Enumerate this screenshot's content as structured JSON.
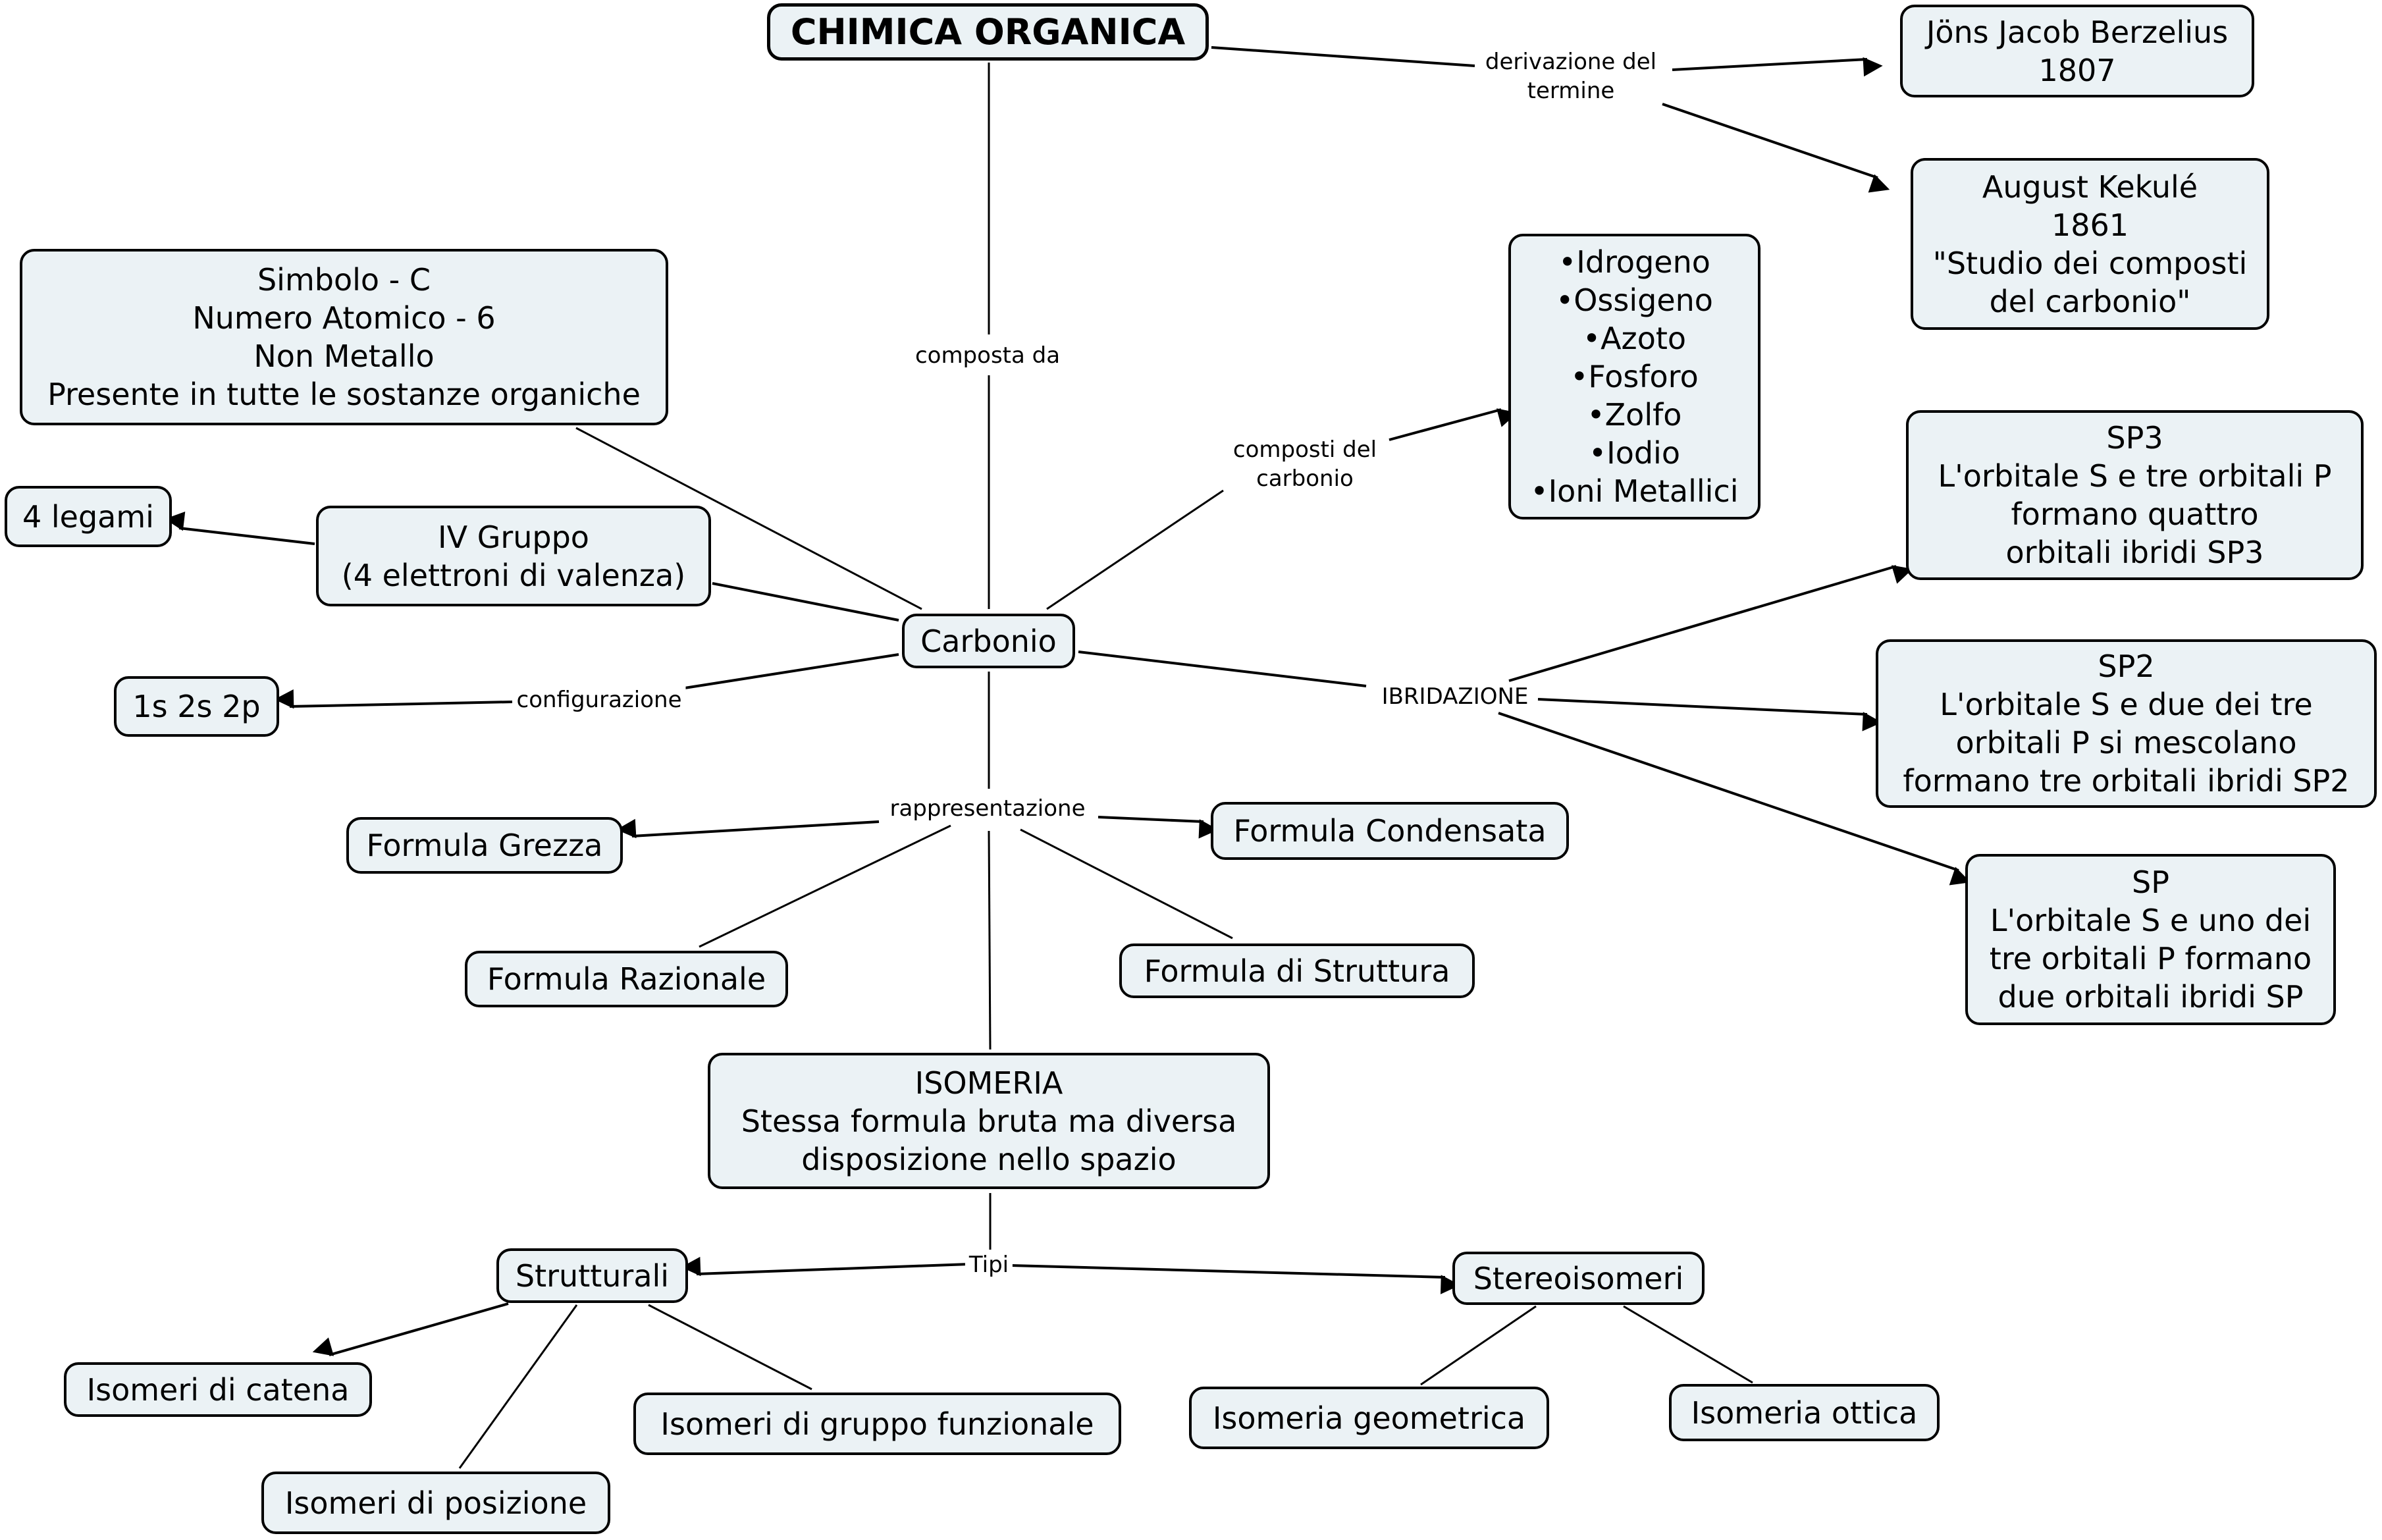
{
  "title": "CHIMICA ORGANICA",
  "nodes": {
    "root": {
      "lines": [
        "CHIMICA ORGANICA"
      ]
    },
    "berzelius": {
      "lines": [
        "Jöns Jacob Berzelius",
        "1807"
      ]
    },
    "kekule": {
      "lines": [
        "August Kekulé",
        "1861",
        "\"Studio dei composti",
        "del carbonio\""
      ]
    },
    "simbolo": {
      "lines": [
        "Simbolo - C",
        "Numero Atomico - 6",
        "Non Metallo",
        "Presente in tutte le sostanze organiche"
      ]
    },
    "elementi": {
      "lines": [
        "•Idrogeno",
        "•Ossigeno",
        "•Azoto",
        "•Fosforo",
        "•Zolfo",
        "•Iodio",
        "•Ioni Metallici"
      ]
    },
    "legami": {
      "lines": [
        "4 legami"
      ]
    },
    "gruppo": {
      "lines": [
        "IV Gruppo",
        "(4 elettroni di valenza)"
      ]
    },
    "carbonio": {
      "lines": [
        "Carbonio"
      ]
    },
    "sp3": {
      "lines": [
        "SP3",
        "L'orbitale S e tre orbitali P",
        "formano quattro",
        "orbitali ibridi SP3"
      ]
    },
    "sp2": {
      "lines": [
        "SP2",
        "L'orbitale S e due dei tre",
        "orbitali P si mescolano",
        "formano tre orbitali ibridi SP2"
      ]
    },
    "sp": {
      "lines": [
        "SP",
        "L'orbitale S e uno dei",
        "tre orbitali P formano",
        "due orbitali ibridi SP"
      ]
    },
    "config": {
      "lines": [
        "1s 2s 2p"
      ]
    },
    "grezza": {
      "lines": [
        "Formula Grezza"
      ]
    },
    "condensata": {
      "lines": [
        "Formula Condensata"
      ]
    },
    "razionale": {
      "lines": [
        "Formula Razionale"
      ]
    },
    "struttura": {
      "lines": [
        "Formula di Struttura"
      ]
    },
    "isomeria": {
      "lines": [
        "ISOMERIA",
        "Stessa formula bruta ma diversa",
        "disposizione nello spazio"
      ]
    },
    "strutturali": {
      "lines": [
        "Strutturali"
      ]
    },
    "stereoisomeri": {
      "lines": [
        "Stereoisomeri"
      ]
    },
    "catena": {
      "lines": [
        "Isomeri di catena"
      ]
    },
    "funzionale": {
      "lines": [
        "Isomeri di gruppo funzionale"
      ]
    },
    "posizione": {
      "lines": [
        "Isomeri di posizione"
      ]
    },
    "geometrica": {
      "lines": [
        "Isomeria geometrica"
      ]
    },
    "ottica": {
      "lines": [
        "Isomeria ottica"
      ]
    }
  },
  "linking_phrases": {
    "derivazione": {
      "lines": [
        "derivazione del",
        "termine"
      ]
    },
    "composta": {
      "lines": [
        "composta da"
      ]
    },
    "composti": {
      "lines": [
        "composti del",
        "carbonio"
      ]
    },
    "configurazione": {
      "lines": [
        "configurazione"
      ]
    },
    "ibridazione": {
      "lines": [
        "IBRIDAZIONE"
      ]
    },
    "rappresentazione": {
      "lines": [
        "rappresentazione"
      ]
    },
    "tipi": {
      "lines": [
        "Tipi"
      ]
    }
  },
  "colors": {
    "node_fill": "#ebf2f5",
    "stroke": "#000000",
    "background": "#ffffff"
  }
}
